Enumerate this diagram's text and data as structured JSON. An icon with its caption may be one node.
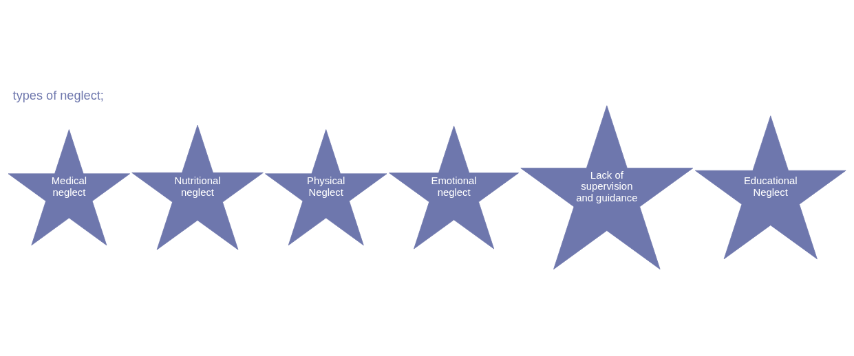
{
  "diagram": {
    "title": "types of neglect;",
    "nodes": [
      {
        "text": [
          "Medical neglect"
        ]
      },
      {
        "text": [
          "Nutritional neglect"
        ]
      },
      {
        "text": [
          "Physical Neglect"
        ]
      },
      {
        "text": [
          "Emotional neglect"
        ]
      },
      {
        "text": [
          "Lack of supervision and guidance"
        ]
      },
      {
        "text": [
          "Educational Neglect"
        ]
      }
    ]
  }
}
